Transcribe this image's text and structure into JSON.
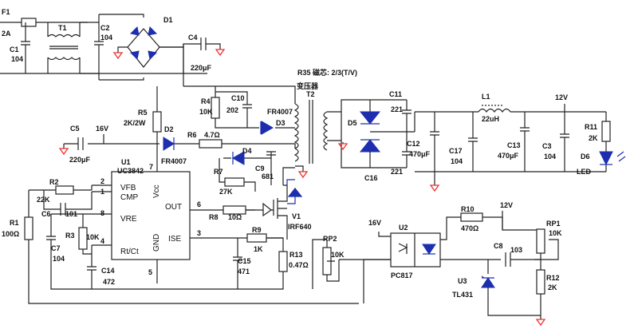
{
  "parts": {
    "F1": "F1",
    "F1_val": "2A",
    "T1": "T1",
    "C1": "C1",
    "C1_val": "104",
    "C2": "C2",
    "C2_val": "104",
    "D1": "D1",
    "C4": "C4",
    "C4_val": "220μF",
    "R35": "R35 磁芯: 2/3(T/V)",
    "T2": "T2",
    "T2_name": "变压器",
    "R4": "R4",
    "R4_val": "10K",
    "C10": "C10",
    "C10_val": "202",
    "FR4007_top": "FR4007",
    "D3": "D3",
    "R5": "R5",
    "R5_val": "2K/2W",
    "C5": "C5",
    "C5_val": "220μF",
    "V16": "16V",
    "D2": "D2",
    "D2_val": "FR4007",
    "R6": "R6",
    "R6_val": "4.7Ω",
    "D4": "D4",
    "R7": "R7",
    "R7_val": "27K",
    "C9": "C9",
    "C9_val": "681",
    "U1": "U1",
    "U1_val": "UC3842",
    "pin7": "7",
    "pin2": "2",
    "pin1": "1",
    "pin8": "8",
    "pin4": "4",
    "pin6": "6",
    "pin3": "3",
    "pin5": "5",
    "VFB": "VFB",
    "CMP": "CMP",
    "VRE": "VRE",
    "RtCt": "Rt/Ct",
    "Vcc": "Vcc",
    "OUT": "OUT",
    "GND": "GND",
    "ISE": "ISE",
    "R2": "R2",
    "R2_val": "22K",
    "C6": "C6",
    "C6_val": "101",
    "R1": "R1",
    "R1_val": "100Ω",
    "C7": "C7",
    "C7_val": "104",
    "R3": "R3",
    "R3_val": "10K",
    "C14": "C14",
    "C14_val": "472",
    "R8": "R8",
    "R8_val": "10Ω",
    "V1": "V1",
    "V1_val": "IRF640",
    "R9": "R9",
    "R9_val": "1K",
    "C15": "C15",
    "C15_val": "471",
    "R13": "R13",
    "R13_val": "0.47Ω",
    "D5": "D5",
    "C11": "C11",
    "C11_val": "221",
    "C16": "C16",
    "C16_val": "221",
    "C12": "C12",
    "C12_val": "470μF",
    "L1": "L1",
    "L1_val": "22uH",
    "C17": "C17",
    "C17_val": "104",
    "C13": "C13",
    "C13_val": "470μF",
    "V12_top": "12V",
    "C3": "C3",
    "C3_val": "104",
    "R11": "R11",
    "R11_val": "2K",
    "D6": "D6",
    "D6_val": "LED",
    "V16b": "16V",
    "U2": "U2",
    "U2_val": "PC817",
    "R10": "R10",
    "R10_val": "470Ω",
    "V12b": "12V",
    "RP1": "RP1",
    "RP1_val": "10K",
    "RP2": "RP2",
    "RP2_val": "10K",
    "C8": "C8",
    "C8_val": "103",
    "U3": "U3",
    "U3_val": "TL431",
    "R12": "R12",
    "R12_val": "2K"
  },
  "colors": {
    "diode": "#1d2fae",
    "ground": "#e33333",
    "wire": "#222222"
  }
}
